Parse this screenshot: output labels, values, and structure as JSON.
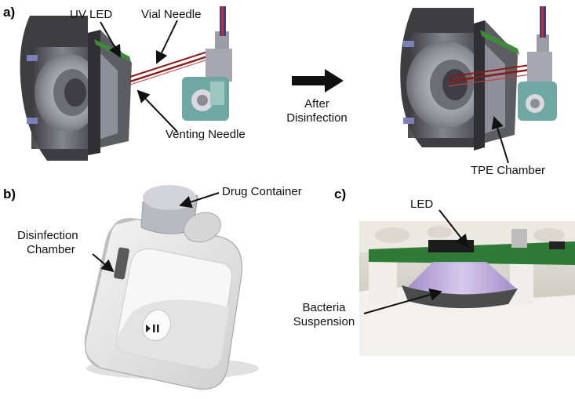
{
  "panels": {
    "a": {
      "label": "a)",
      "callouts": {
        "uv_led": "UV LED",
        "vial_needle": "Vial Needle",
        "venting_needle": "Venting Needle",
        "transition_line1": "After",
        "transition_line2": "Disinfection",
        "tpe_chamber": "TPE Chamber"
      }
    },
    "b": {
      "label": "b)",
      "callouts": {
        "drug_container": "Drug Container",
        "disinfection_line1": "Disinfection",
        "disinfection_line2": "Chamber"
      }
    },
    "c": {
      "label": "c)",
      "callouts": {
        "led": "LED",
        "bacteria_line1": "Bacteria",
        "bacteria_line2": "Suspension"
      }
    }
  },
  "colors": {
    "housing_dark": "#4a4a4e",
    "housing_light": "#b8b8c0",
    "needle_red": "#8b1a1a",
    "pcb_green": "#3f8a3a",
    "teal_part": "#6fa8a2",
    "lavender": "#b9a6d9",
    "device_white": "#e6e6e6"
  }
}
